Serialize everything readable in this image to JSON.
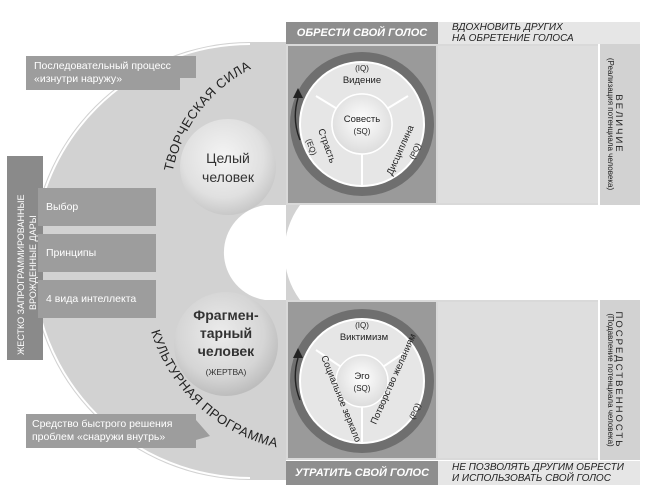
{
  "top": {
    "label": "ОБРЕСТИ СВОЙ ГОЛОС",
    "text_line1": "ВДОХНОВИТЬ ДРУГИХ",
    "text_line2": "НА ОБРЕТЕНИЕ ГОЛОСА"
  },
  "bottom": {
    "label": "УТРАТИТЬ СВОЙ ГОЛОС",
    "text_line1": "НЕ ПОЗВОЛЯТЬ ДРУГИМ ОБРЕСТИ",
    "text_line2": "И ИСПОЛЬЗОВАТЬ СВОЙ ГОЛОС"
  },
  "callouts": {
    "top_line1": "Последовательный процесс",
    "top_line2": "«изнутри наружу»",
    "bottom_line1": "Средство быстрого решения",
    "bottom_line2": "проблем «снаружи внутрь»"
  },
  "left_banner": {
    "line1": "ЖЕСТКО ЗАПРОГРАММИРОВАННЫЕ",
    "line2": "ВРОЖДЕННЫЕ ДАРЫ",
    "items": [
      "Выбор",
      "Принципы",
      "4 вида интеллекта"
    ]
  },
  "arc_labels": {
    "top": "ТВОРЧЕСКАЯ СИЛА",
    "bottom": "КУЛЬТУРНАЯ ПРОГРАММА"
  },
  "whole_person": {
    "line1": "Целый",
    "line2": "человек"
  },
  "fragmented_person": {
    "line1": "Фрагмен-",
    "line2": "тарный",
    "line3": "человек",
    "sub": "(ЖЕРТВА)"
  },
  "top_wheel": {
    "center": "Совесть",
    "center_sub": "(SQ)",
    "top_sub": "(IQ)",
    "top": "Видение",
    "left": "Страсть",
    "left_sub": "(EQ)",
    "right": "Дисциплина",
    "right_sub": "(PQ)"
  },
  "bottom_wheel": {
    "center": "Эго",
    "center_sub": "(SQ)",
    "top_sub": "(IQ)",
    "top": "Виктимизм",
    "left": "Социальное зеркало",
    "right": "Потворство желаниям",
    "right_sub": "(PQ)"
  },
  "right_top": {
    "title": "ВЕЛИЧИЕ",
    "sub": "(Реализация потенциала человека)"
  },
  "right_bottom": {
    "title": "ПОСРЕДСТВЕННОСТЬ",
    "sub": "(Подавление потенциала человека)"
  },
  "colors": {
    "band": "#cfcfcf",
    "panel": "#dadada",
    "dark_box": "#8a8a8a",
    "label_box": "#9d9d9d",
    "wheel": "#6f6f6f"
  }
}
